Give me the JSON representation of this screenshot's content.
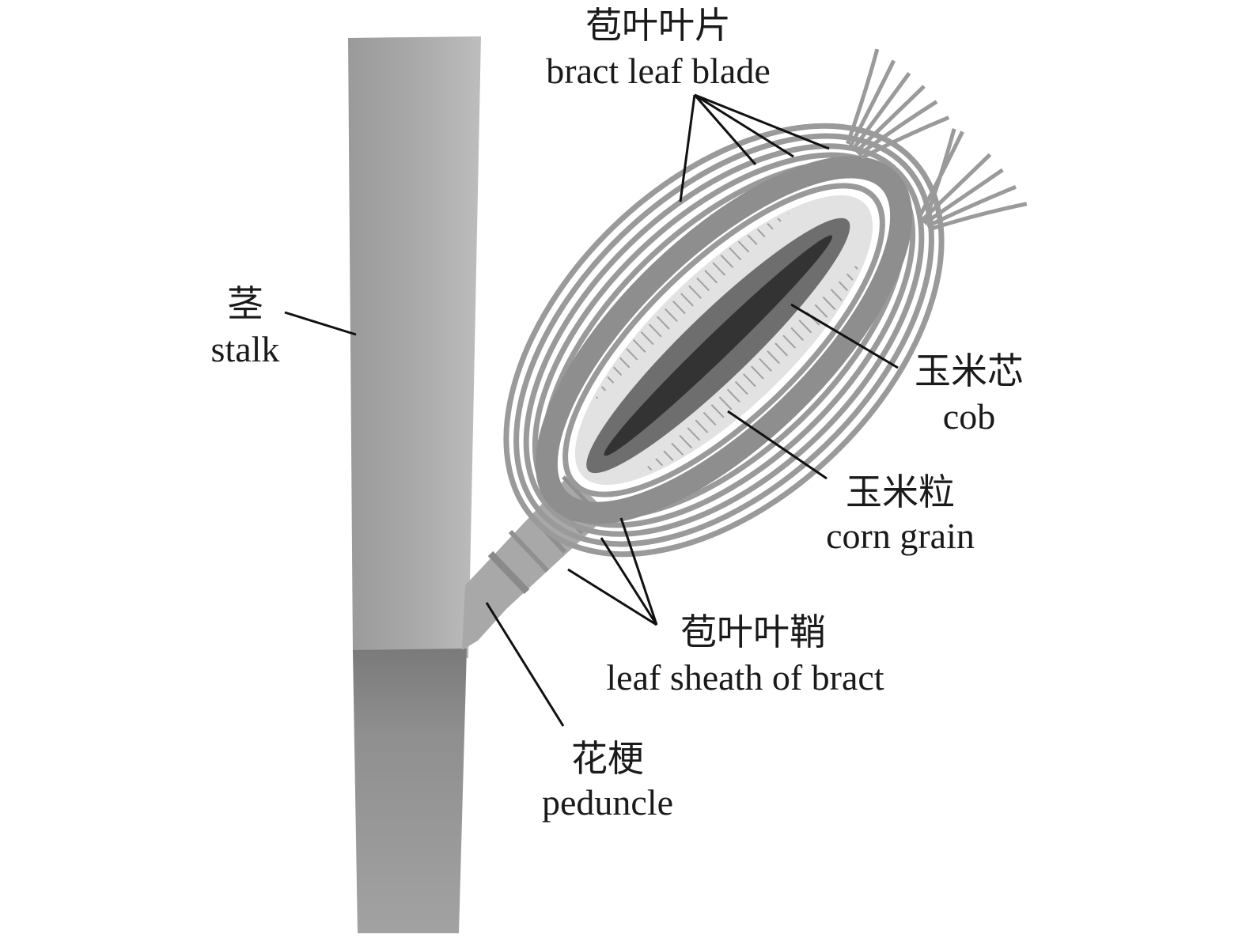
{
  "title": "Maize ear structure diagram",
  "labels": {
    "bract_blade": {
      "zh": "苞叶叶片",
      "en": "bract leaf blade"
    },
    "stalk": {
      "zh": "茎",
      "en": "stalk"
    },
    "cob": {
      "zh": "玉米芯",
      "en": "cob"
    },
    "corn_grain": {
      "zh": "玉米粒",
      "en": "corn grain"
    },
    "bract_sheath": {
      "zh": "苞叶叶鞘",
      "en": "leaf sheath of bract"
    },
    "peduncle": {
      "zh": "花梗",
      "en": "peduncle"
    }
  },
  "colors": {
    "stalk": "#a6a6a6",
    "stalk_lower": "#8c8c8c",
    "bract": "#9a9a9a",
    "grain": "#e2e2e2",
    "cob": "#6e6e6e",
    "cob_core": "#333333"
  }
}
